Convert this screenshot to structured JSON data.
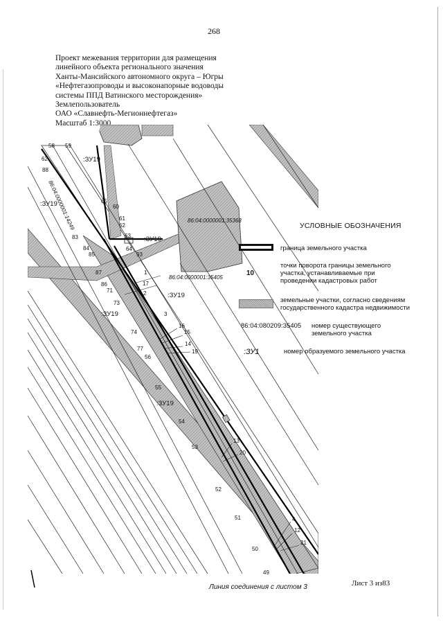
{
  "page_number": "268",
  "title_lines": [
    "Проект межевания территории для размещения",
    "линейного объекта регионального значения",
    "Ханты-Мансийского автономного округа – Югры",
    "«Нефтегазопроводы и высоконапорные водоводы",
    "системы ППД Ватинского месторождения»",
    "Землепользователь",
    "ОАО «Славнефть-Мегионнефтегаз»",
    "Масштаб 1:3000"
  ],
  "legend": {
    "title": "УСЛОВНЫЕ ОБОЗНАЧЕНИЯ",
    "boundary_label": "граница земельного участка",
    "point_symbol": "10",
    "point_label": "точки поворота границы земельного участка, устанавливаемые при проведении кадастровых работ",
    "parcel_label": "земельные участки, согласно сведениям государственного кадастра недвижимости",
    "cad_symbol": "86:04:080209:35405",
    "cad_label": "номер существующего земельного участка",
    "zu_symbol": ":ЗУ1",
    "zu_label": "номер образуемого земельного участка"
  },
  "map": {
    "parcel_labels": [
      ":ЗУ19",
      ":ЗУ19",
      ":ЗУ19",
      ":ЗУ19",
      ":ЗУ19",
      ":ЗУ19"
    ],
    "cadastral_labels": [
      "86:04:0000001:35368",
      "86:04:0000001:35405",
      "86:04:0000001:14249"
    ],
    "points": [
      "58",
      "59",
      "62",
      "88",
      "60",
      "65",
      "61",
      "62",
      "83",
      "63",
      "64",
      "84",
      "85",
      "87",
      "93",
      "86",
      "71",
      "1",
      "17",
      "73",
      "2",
      "3",
      "74",
      "16",
      "15",
      "14",
      "77",
      "56",
      "19",
      "55",
      "54",
      "53",
      "13",
      "20",
      "52",
      "51",
      "4",
      "12",
      "50",
      "21",
      "49"
    ]
  },
  "footer": {
    "caption": "Линия соединения с листом 3",
    "sheet": "Лист 3 из83"
  },
  "colors": {
    "ink": "#111111",
    "parcel_fill": "#b8b8b8"
  }
}
